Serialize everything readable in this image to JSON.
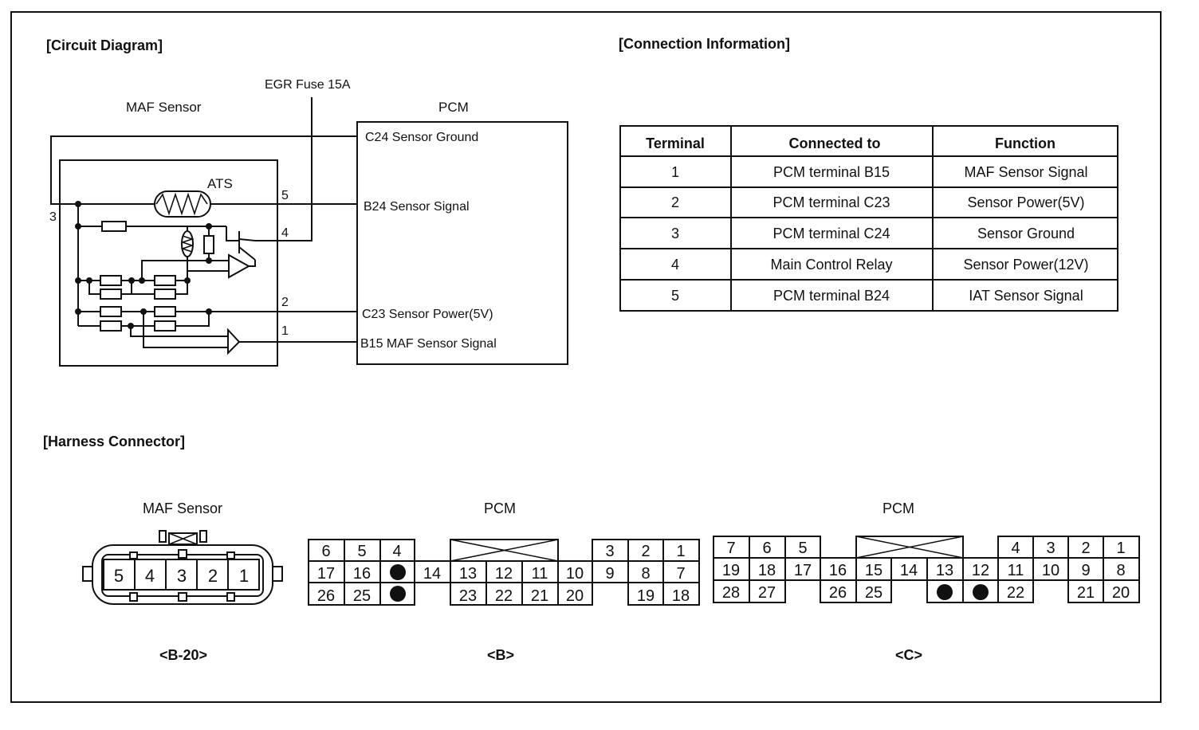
{
  "sections": {
    "circuit_title": "[Circuit Diagram]",
    "connection_title": "[Connection Information]",
    "harness_title": "[Harness Connector]"
  },
  "circuit": {
    "fuse_label": "EGR Fuse 15A",
    "maf_label": "MAF Sensor",
    "pcm_label": "PCM",
    "ats_label": "ATS",
    "pins": [
      "5",
      "4",
      "3",
      "2",
      "1"
    ],
    "pcm_terminals": {
      "c24": "C24 Sensor Ground",
      "b24": "B24 Sensor Signal",
      "c23": "C23 Sensor Power(5V)",
      "b15": "B15 MAF Sensor Signal"
    }
  },
  "table": {
    "headers": [
      "Terminal",
      "Connected to",
      "Function"
    ],
    "rows": [
      [
        "1",
        "PCM terminal B15",
        "MAF Sensor Signal"
      ],
      [
        "2",
        "PCM terminal C23",
        "Sensor Power(5V)"
      ],
      [
        "3",
        "PCM terminal C24",
        "Sensor Ground"
      ],
      [
        "4",
        "Main Control Relay",
        "Sensor Power(12V)"
      ],
      [
        "5",
        "PCM terminal B24",
        "IAT Sensor Signal"
      ]
    ]
  },
  "harness": {
    "maf": {
      "title": "MAF Sensor",
      "pins": [
        "5",
        "4",
        "3",
        "2",
        "1"
      ],
      "caption": "<B-20>"
    },
    "pcm_b": {
      "title": "PCM",
      "caption": "<B>",
      "row1": [
        "6",
        "5",
        "4",
        "3",
        "2",
        "1"
      ],
      "row2": [
        "17",
        "16",
        "14",
        "13",
        "12",
        "11",
        "10",
        "9",
        "8",
        "7"
      ],
      "row3": [
        "26",
        "25",
        "23",
        "22",
        "21",
        "20",
        "19",
        "18"
      ]
    },
    "pcm_c": {
      "title": "PCM",
      "caption": "<C>",
      "row1": [
        "7",
        "6",
        "5",
        "4",
        "3",
        "2",
        "1"
      ],
      "row2": [
        "19",
        "18",
        "17",
        "16",
        "15",
        "14",
        "13",
        "12",
        "11",
        "10",
        "9",
        "8"
      ],
      "row3": [
        "28",
        "27",
        "26",
        "25",
        "22",
        "21",
        "20"
      ]
    }
  }
}
